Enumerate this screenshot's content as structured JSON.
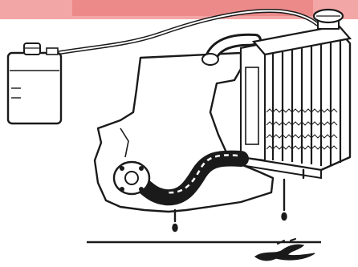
{
  "diagram": {
    "components": [
      {
        "id": "coolant-reservoir",
        "icon": "reservoir-tank"
      },
      {
        "id": "overflow-hose",
        "icon": "hose"
      },
      {
        "id": "radiator",
        "icon": "radiator-core"
      },
      {
        "id": "radiator-cap",
        "icon": "pressure-cap"
      },
      {
        "id": "upper-hose",
        "icon": "hose"
      },
      {
        "id": "lower-hose",
        "icon": "hose"
      },
      {
        "id": "engine-block",
        "icon": "engine-outline"
      },
      {
        "id": "coolant-drips",
        "icon": "drip"
      },
      {
        "id": "leak-puddle",
        "icon": "puddle"
      }
    ],
    "colors": {
      "ink": "#1a1a1a",
      "paper": "#ffffff",
      "banner": "#e57373"
    }
  }
}
